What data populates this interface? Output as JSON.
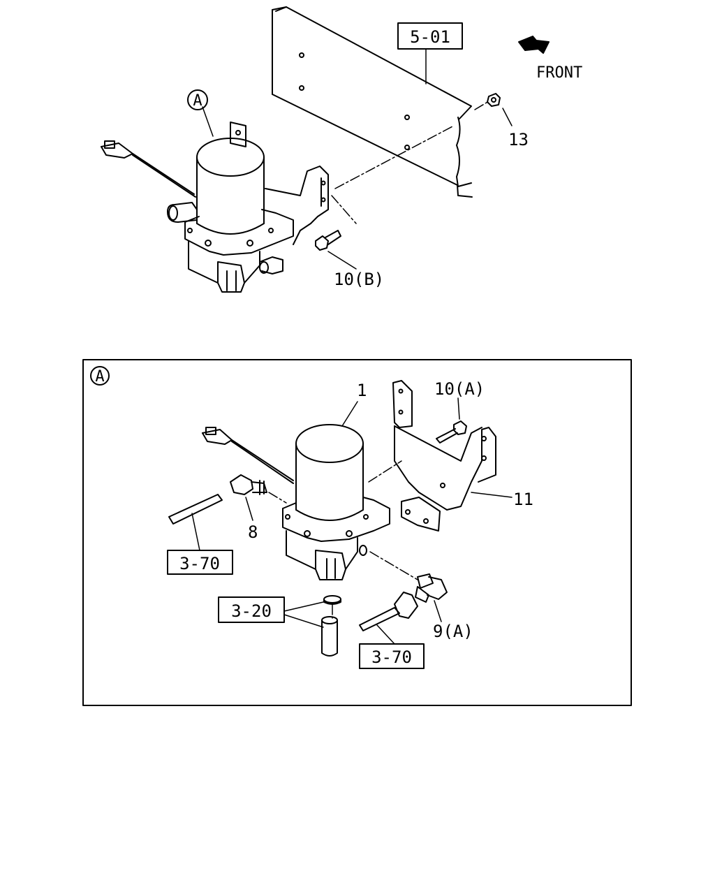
{
  "labels": {
    "frame_ref": "5-01",
    "front": "FRONT",
    "callout_a_top": "A",
    "part_13": "13",
    "part_10b": "10(B)",
    "callout_a_box": "A",
    "part_1": "1",
    "part_10a": "10(A)",
    "part_11": "11",
    "part_8": "8",
    "ref_3_70_left": "3-70",
    "ref_3_20": "3-20",
    "part_9a": "9(A)",
    "ref_3_70_bottom": "3-70"
  }
}
